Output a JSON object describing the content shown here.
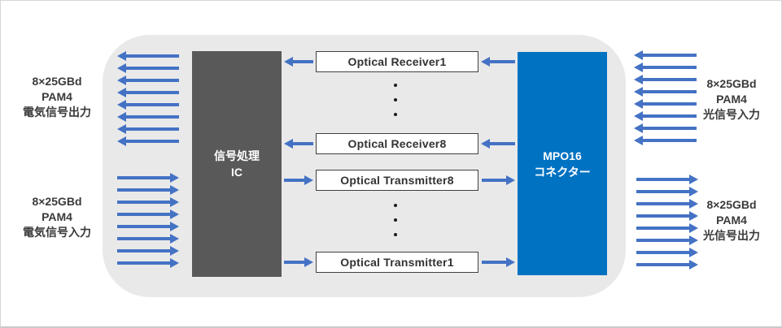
{
  "diagram": {
    "colors": {
      "module_background": "#e9e9e9",
      "ic_box": "#595959",
      "mpo_box": "#0072c2",
      "arrow": "#4472c4",
      "box_border": "#404040",
      "label_text": "#3a3a3a"
    },
    "ic_box": {
      "line1": "信号処理",
      "line2": "IC"
    },
    "mpo_box": {
      "line1": "MPO16",
      "line2": "コネクター"
    },
    "optical_boxes": {
      "receiver1": "Optical Receiver1",
      "receiver8": "Optical Receiver8",
      "transmitter8": "Optical Transmitter8",
      "transmitter1": "Optical Transmitter1"
    },
    "labels": {
      "electrical_output": {
        "line1": "8×25GBd",
        "line2": "PAM4",
        "line3": "電気信号出力"
      },
      "electrical_input": {
        "line1": "8×25GBd",
        "line2": "PAM4",
        "line3": "電気信号入力"
      },
      "optical_input": {
        "line1": "8×25GBd",
        "line2": "PAM4",
        "line3": "光信号入力"
      },
      "optical_output": {
        "line1": "8×25GBd",
        "line2": "PAM4",
        "line3": "光信号出力"
      }
    },
    "arrow_groups": {
      "electrical_output": {
        "count": 8,
        "direction": "left"
      },
      "electrical_input": {
        "count": 8,
        "direction": "right"
      },
      "optical_input": {
        "count": 8,
        "direction": "left"
      },
      "optical_output": {
        "count": 8,
        "direction": "right"
      }
    }
  }
}
